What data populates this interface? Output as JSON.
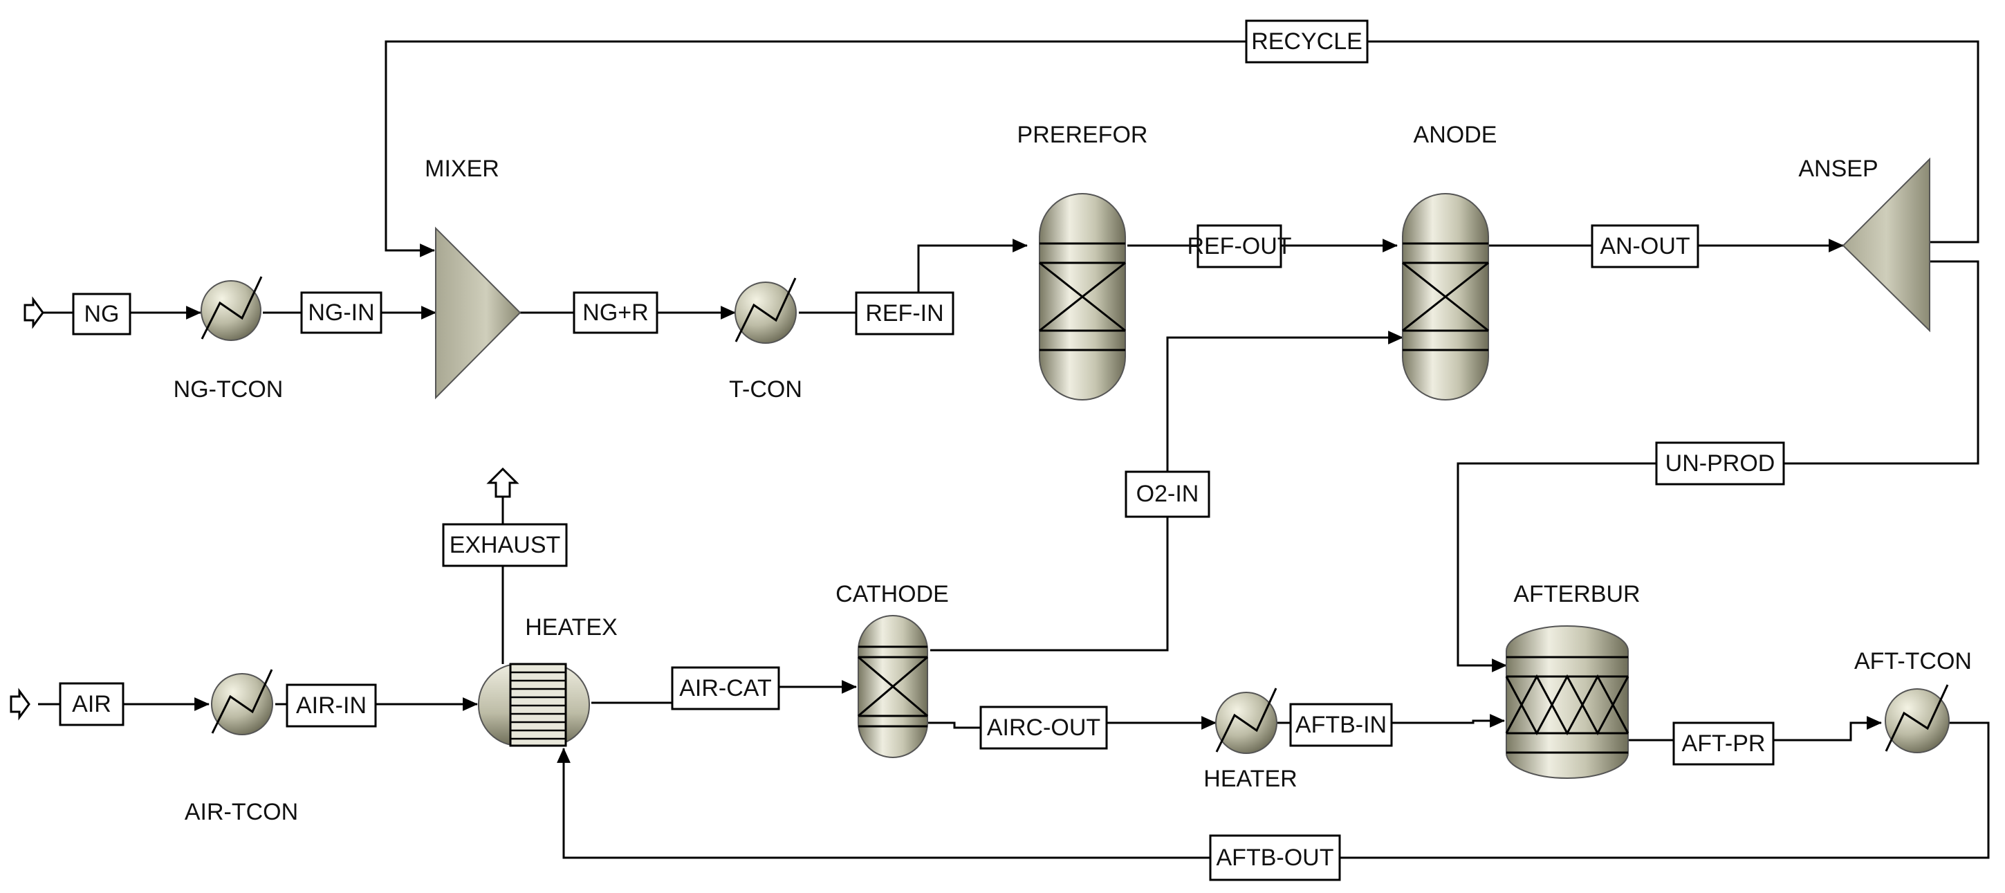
{
  "colors": {
    "equipment_fill": "#c9c8b4",
    "equipment_dark": "#7e7d66",
    "line": "#000000",
    "background": "#ffffff"
  },
  "blocks": {
    "mixer": "MIXER",
    "ng_tcon": "NG-TCON",
    "t_con": "T-CON",
    "prerefor": "PREREFOR",
    "anode": "ANODE",
    "ansep": "ANSEP",
    "air_tcon": "AIR-TCON",
    "heatex": "HEATEX",
    "cathode": "CATHODE",
    "heater": "HEATER",
    "afterbur": "AFTERBUR",
    "aft_tcon": "AFT-TCON"
  },
  "streams": {
    "recycle": "RECYCLE",
    "ng": "NG",
    "ng_in": "NG-IN",
    "ng_r": "NG+R",
    "ref_in": "REF-IN",
    "ref_out": "REF-OUT",
    "an_out": "AN-OUT",
    "o2_in": "O2-IN",
    "un_prod": "UN-PROD",
    "exhaust": "EXHAUST",
    "air": "AIR",
    "air_in": "AIR-IN",
    "air_cat": "AIR-CAT",
    "airc_out": "AIRC-OUT",
    "aftb_in": "AFTB-IN",
    "aft_pr": "AFT-PR",
    "aftb_out": "AFTB-OUT"
  },
  "icons": [
    "feed-arrow-icon",
    "product-arrow-icon",
    "heat-exchanger-icon",
    "mixer-icon",
    "reactor-icon",
    "splitter-icon",
    "shell-tube-exchanger-icon"
  ]
}
